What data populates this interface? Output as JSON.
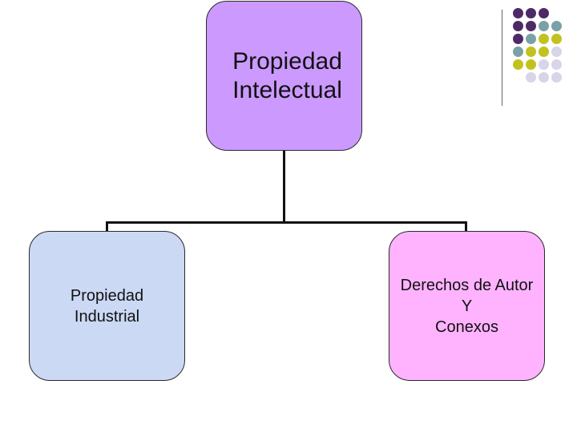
{
  "diagram": {
    "root": {
      "label": "Propiedad\nIntelectual",
      "fill": "#cc99ff"
    },
    "children": [
      {
        "label": "Propiedad\nIndustrial",
        "fill": "#ccd9f5"
      },
      {
        "label": "Derechos de Autor\nY\nConexos",
        "fill": "#ffb3ff"
      }
    ],
    "connector_color": "#111111"
  },
  "decoration": {
    "colors": {
      "purple": "#4d2a66",
      "teal": "#7aa2a6",
      "olive": "#c2c21e",
      "lavender": "#d8d5e8"
    },
    "dot_grid": [
      [
        "purple",
        "purple",
        "purple",
        null
      ],
      [
        "purple",
        "purple",
        "teal",
        "teal"
      ],
      [
        "purple",
        "teal",
        "olive",
        "olive"
      ],
      [
        "teal",
        "olive",
        "olive",
        "lavender"
      ],
      [
        "olive",
        "olive",
        "lavender",
        "lavender"
      ],
      [
        null,
        "lavender",
        "lavender",
        "lavender"
      ]
    ]
  }
}
